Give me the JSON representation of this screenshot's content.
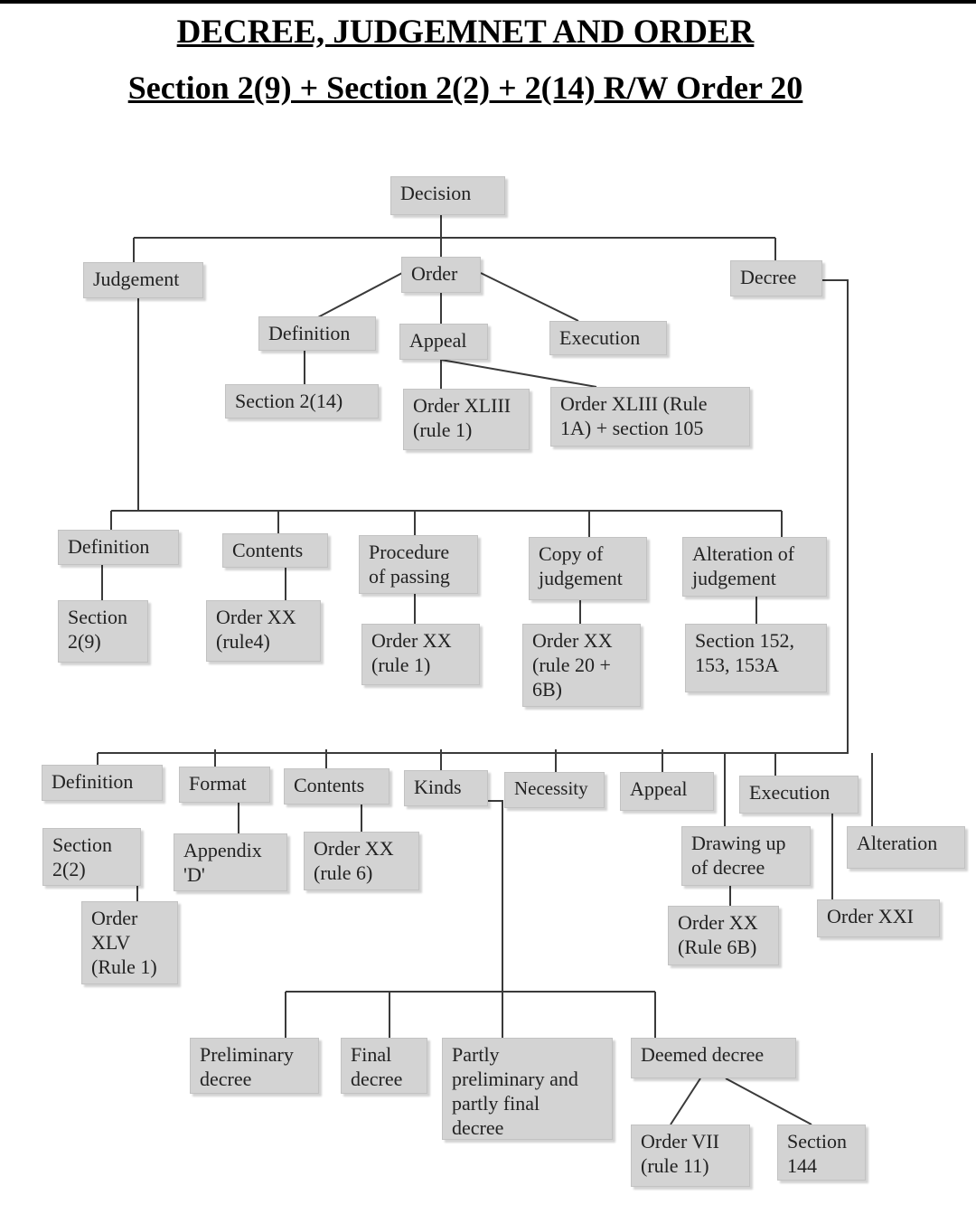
{
  "title": "DECREE, JUDGEMNET AND ORDER",
  "subtitle": "Section 2(9) + Section 2(2) + 2(14) R/W Order 20",
  "nodes": {
    "decision": "Decision",
    "judgement": "Judgement",
    "order": "Order",
    "decree": "Decree",
    "order_definition": "Definition",
    "order_appeal": "Appeal",
    "order_execution": "Execution",
    "order_section_2_14": "Section 2(14)",
    "order_xliii_rule1": "Order XLIII\n(rule 1)",
    "order_xliii_rule1a": "Order XLIII (Rule\n1A) + section 105",
    "j_definition": "Definition",
    "j_contents": "Contents",
    "j_procedure": "Procedure\nof passing",
    "j_copy": "Copy of\njudgement",
    "j_alteration": "Alteration of\njudgement",
    "j_section_2_9": "Section\n2(9)",
    "j_order_xx_rule4": "Order XX\n(rule4)",
    "j_order_xx_rule1": "Order XX\n(rule 1)",
    "j_order_xx_rule20": "Order XX\n(rule 20 +\n6B)",
    "j_section_152": "Section 152,\n153, 153A",
    "d_definition": "Definition",
    "d_format": "Format",
    "d_contents": "Contents",
    "d_kinds": "Kinds",
    "d_necessity": "Necessity",
    "d_appeal": "Appeal",
    "d_execution": "Execution",
    "d_section_2_2": "Section\n2(2)",
    "d_appendix_d": "Appendix\n'D'",
    "d_order_xx_rule6": "Order XX\n(rule 6)",
    "d_drawing_up": "Drawing up\nof decree",
    "d_alteration": "Alteration",
    "d_order_xlv": "Order\nXLV\n(Rule 1)",
    "d_order_xx_rule6b": "Order XX\n(Rule 6B)",
    "d_order_xxi": "Order XXI",
    "k_preliminary": "Preliminary\ndecree",
    "k_final": "Final\ndecree",
    "k_partly": "Partly\npreliminary and\npartly final\ndecree",
    "k_deemed": "Deemed decree",
    "k_order_vii": "Order VII\n(rule 11)",
    "k_section_144": "Section\n144"
  }
}
